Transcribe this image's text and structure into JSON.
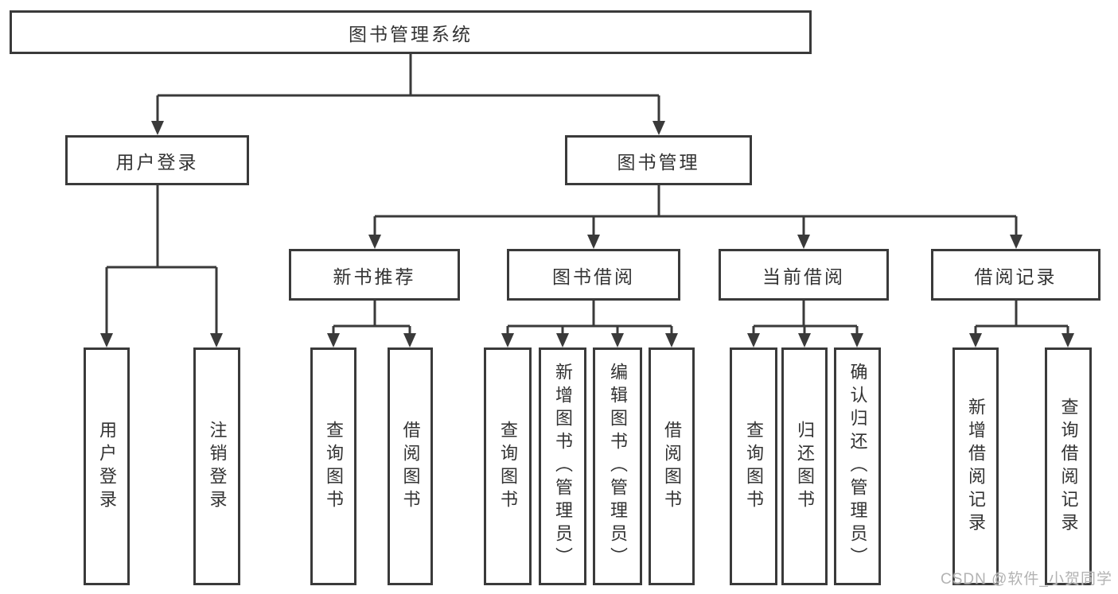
{
  "nodes": {
    "root": "图书管理系统",
    "user_login": "用户登录",
    "book_mgmt": "图书管理",
    "new_book_rec": "新书推荐",
    "book_borrow": "图书借阅",
    "current_borrow": "当前借阅",
    "borrow_records": "借阅记录",
    "ul_login": "用户登录",
    "ul_logout": "注销登录",
    "nbr_query": "查询图书",
    "nbr_borrow": "借阅图书",
    "bb_query": "查询图书",
    "bb_add": "新增图书（管理员）",
    "bb_edit": "编辑图书（管理员）",
    "bb_borrow": "借阅图书",
    "cb_query": "查询图书",
    "cb_return": "归还图书",
    "cb_confirm": "确认归还（管理员）",
    "br_add": "新增借阅记录",
    "br_query": "查询借阅记录"
  },
  "hierarchy": {
    "图书管理系统": {
      "用户登录": [
        "用户登录",
        "注销登录"
      ],
      "图书管理": {
        "新书推荐": [
          "查询图书",
          "借阅图书"
        ],
        "图书借阅": [
          "查询图书",
          "新增图书（管理员）",
          "编辑图书（管理员）",
          "借阅图书"
        ],
        "当前借阅": [
          "查询图书",
          "归还图书",
          "确认归还（管理员）"
        ],
        "借阅记录": [
          "新增借阅记录",
          "查询借阅记录"
        ]
      }
    }
  },
  "watermark": "CSDN @软件_小贺同学",
  "colors": {
    "line": "#3a3a3a",
    "text": "#333333",
    "watermark": "#b3b3b3",
    "background": "#ffffff"
  }
}
